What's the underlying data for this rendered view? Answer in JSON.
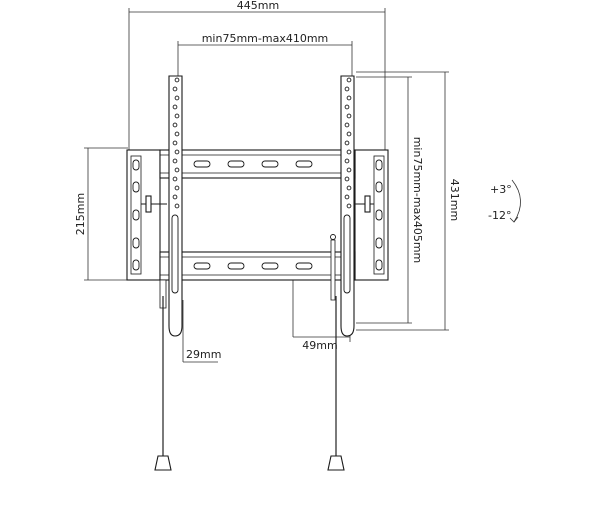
{
  "dimensions": {
    "overall_width": "445mm",
    "vesa_horizontal": "min75mm-max410mm",
    "plate_height": "215mm",
    "vesa_vertical": "min75mm-max405mm",
    "overall_height": "431mm",
    "arm_width": "29mm",
    "wall_profile": "49mm"
  },
  "tilt": {
    "up": "+3°",
    "down": "-12°"
  },
  "colors": {
    "line": "#1a1a1a",
    "background": "#ffffff"
  }
}
